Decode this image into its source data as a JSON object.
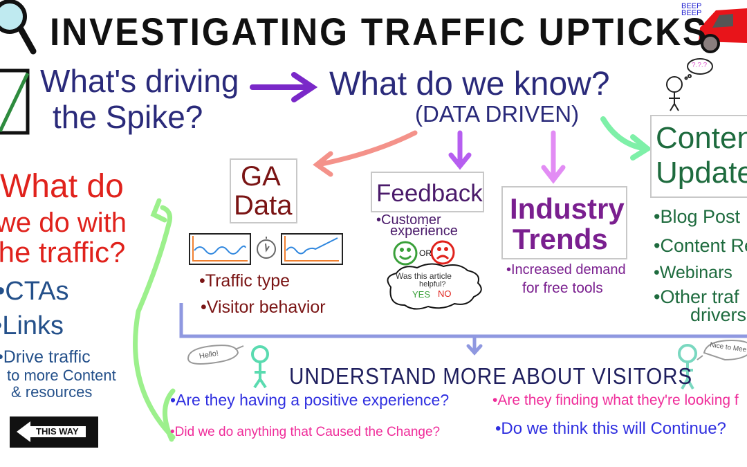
{
  "title": "INVESTIGATING TRAFFIC UPTICKS",
  "car_sound": "BEEP BEEP",
  "question_left": [
    "What's driving",
    "the Spike?"
  ],
  "question_center": "What do we know?",
  "data_driven": "(DATA DRIVEN)",
  "thought_bubble": "?.?.?",
  "content_updates": {
    "title": [
      "Conten",
      "Update"
    ],
    "items": [
      "•Blog Post",
      "•Content Re",
      "•Webinars",
      "•Other traf",
      "drivers"
    ],
    "color": "#1e6b3e"
  },
  "ga_data": {
    "title": [
      "GA",
      "Data"
    ],
    "items": [
      "•Traffic type",
      "•Visitor behavior"
    ],
    "color": "#7a1414"
  },
  "feedback": {
    "title": "Feedback",
    "items": [
      "•Customer",
      "experience"
    ],
    "or": "OR",
    "cloud_question": [
      "Was this article",
      "helpful?"
    ],
    "yes": "YES",
    "no": "NO",
    "color": "#4a1a6a"
  },
  "industry_trends": {
    "title": [
      "Industry",
      "Trends"
    ],
    "items": [
      "•Increased demand",
      "for free tools"
    ],
    "color": "#7a1f8f"
  },
  "what_do": {
    "title": [
      "What do",
      "we do with",
      "the traffic?"
    ],
    "items": [
      "•CTAs",
      "•Links",
      "•Drive traffic",
      "to more Content",
      "& resources"
    ],
    "title_color": "#e0221c",
    "items_color": "#24508a"
  },
  "sign": "THIS WAY",
  "understand": {
    "hello": "Hello!",
    "nice": "Nice to Mee",
    "title": "UNDERSTAND MORE ABOUT VISITORS",
    "questions": [
      "•Are they having a positive experience?",
      "•Are they finding what they're looking f",
      "•Did we do anything that Caused the Change?",
      "•Do we think this will Continue?"
    ],
    "colors": [
      "#2f2fe0",
      "#ef2d9a"
    ]
  }
}
